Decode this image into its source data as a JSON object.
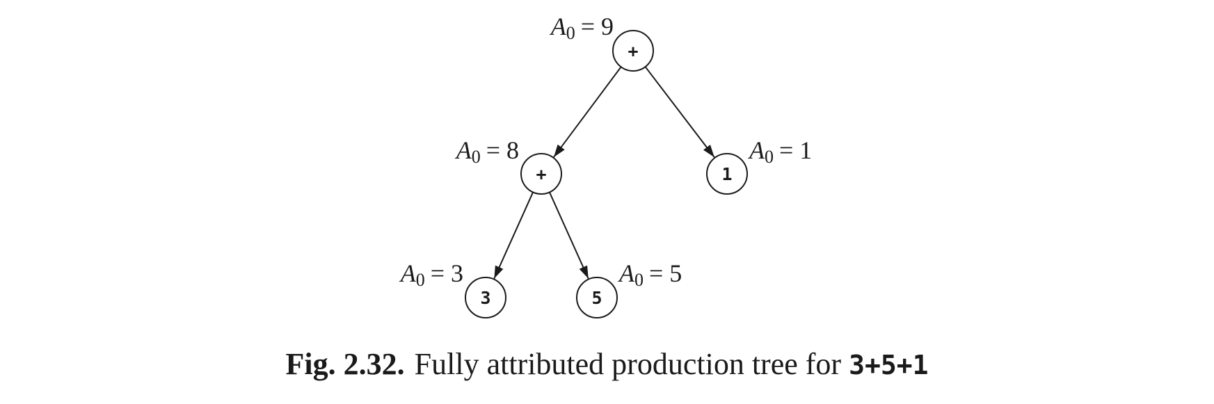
{
  "diagram": {
    "nodes": [
      {
        "id": "root",
        "symbol": "+",
        "attr_var": "A",
        "attr_sub": "0",
        "attr_eq": "= 9"
      },
      {
        "id": "inner",
        "symbol": "+",
        "attr_var": "A",
        "attr_sub": "0",
        "attr_eq": "= 8"
      },
      {
        "id": "one",
        "symbol": "1",
        "attr_var": "A",
        "attr_sub": "0",
        "attr_eq": "= 1"
      },
      {
        "id": "three",
        "symbol": "3",
        "attr_var": "A",
        "attr_sub": "0",
        "attr_eq": "= 3"
      },
      {
        "id": "five",
        "symbol": "5",
        "attr_var": "A",
        "attr_sub": "0",
        "attr_eq": "= 5"
      }
    ],
    "edges": [
      {
        "from": "root",
        "to": "inner"
      },
      {
        "from": "root",
        "to": "one"
      },
      {
        "from": "inner",
        "to": "three"
      },
      {
        "from": "inner",
        "to": "five"
      }
    ]
  },
  "caption": {
    "label": "Fig. 2.32.",
    "text": "Fully attributed production tree for ",
    "code": "3+5+1"
  }
}
